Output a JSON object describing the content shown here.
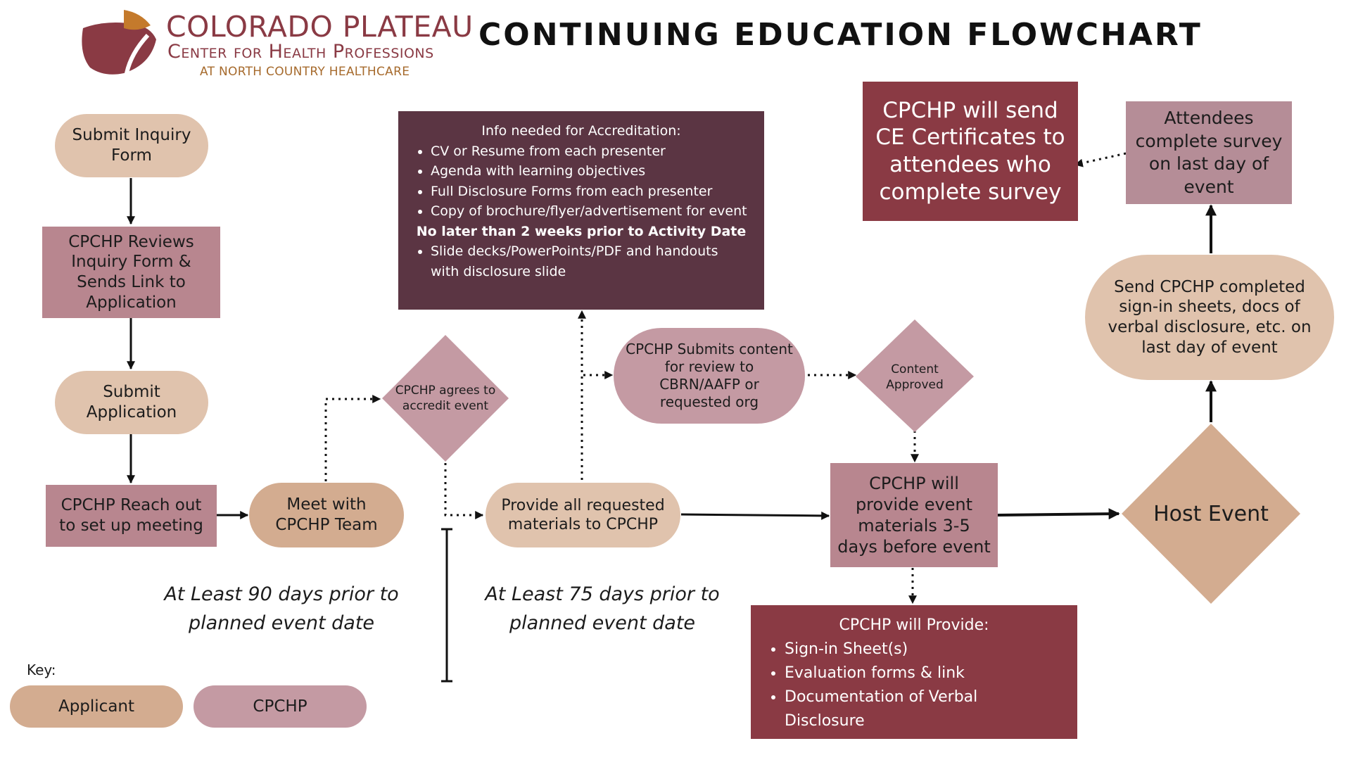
{
  "header": {
    "logo_line1": "COLORADO PLATEAU",
    "logo_line2": "Center for Health Professions",
    "logo_line3": "AT NORTH COUNTRY HEALTHCARE",
    "title": "CONTINUING EDUCATION FLOWCHART"
  },
  "nodes": {
    "submit_inquiry": "Submit Inquiry Form",
    "reviews": "CPCHP Reviews Inquiry Form & Sends Link to Application",
    "submit_app": "Submit Application",
    "reach_out": "CPCHP Reach out to set up meeting",
    "meet": "Meet with CPCHP Team",
    "agrees": "CPCHP agrees to accredit event",
    "provide_materials": "Provide all requested materials to CPCHP",
    "submits": "CPCHP Submits content for review to CBRN/AAFP or requested org",
    "approved": "Content Approved",
    "will_provide_materials": "CPCHP will provide event materials 3-5 days before event",
    "host": "Host Event",
    "send_completed": "Send CPCHP completed sign-in sheets, docs of verbal disclosure, etc. on last day of event",
    "attendees": "Attendees complete survey on last day of event",
    "send_certs": "CPCHP will send CE Certificates to attendees who complete survey"
  },
  "accreditation": {
    "title": "Info needed for Accreditation:",
    "items": [
      "CV or Resume from each presenter",
      "Agenda with learning objectives",
      "Full Disclosure Forms from each presenter",
      "Copy of brochure/flyer/advertisement for event"
    ],
    "deadline": "No later than 2 weeks prior to Activity Date",
    "late_items": [
      "Slide decks/PowerPoints/PDF and handouts with disclosure slide"
    ]
  },
  "provide_list": {
    "title": "CPCHP will Provide:",
    "items": [
      "Sign-in Sheet(s)",
      "Evaluation forms & link",
      "Documentation of Verbal Disclosure"
    ]
  },
  "notes": {
    "note_90": "At Least 90 days prior to planned event date",
    "note_75": "At Least 75 days prior to planned event date"
  },
  "key": {
    "label": "Key:",
    "applicant": "Applicant",
    "cpchp": "CPCHP"
  },
  "colors": {
    "applicant": "#d3ac90",
    "cpchp": "#c49aa3",
    "dark_box": "#5b3543",
    "red_box": "#8a3a44"
  }
}
